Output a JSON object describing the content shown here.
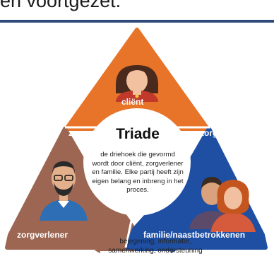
{
  "header_text": "en voortgezet.",
  "triad": {
    "title": "Triade",
    "description": "de driehoek die gevormd wordt door cliënt, zorgverlener en familie. Elke partij heeft zijn eigen belang en inbreng in het proces.",
    "client_label": "cliënt",
    "zorg_left": "zorg",
    "zorg_right": "zorg",
    "caregiver_label": "zorgverlener",
    "family_label": "familie/naastbetrokkenen"
  },
  "bottom": {
    "line1": "bejegening, informatie,",
    "line2": "samenwerking, ondersteuning"
  },
  "colors": {
    "client": "#e8742a",
    "caregiver": "#9c6652",
    "family": "#1f4fa3",
    "circle": "#ffffff",
    "header_bar": "#2e4a78"
  }
}
